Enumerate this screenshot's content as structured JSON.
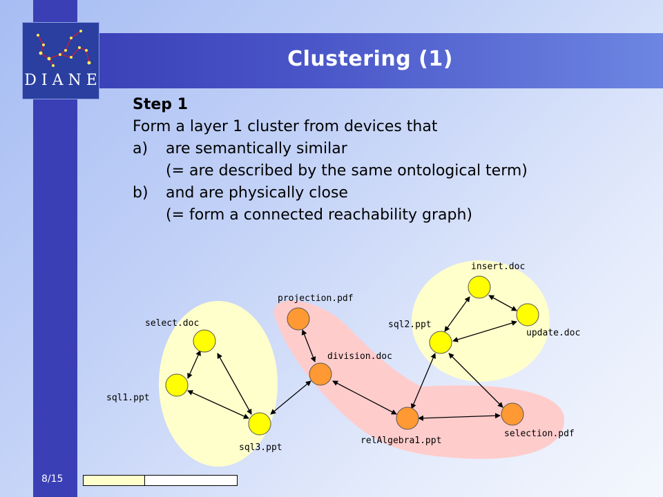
{
  "slide": {
    "title": "Clustering (1)",
    "page_number": "8/15",
    "progress_fraction": 0.4
  },
  "logo": {
    "text": "D I A N E"
  },
  "content": {
    "step_heading": "Step 1",
    "intro": "Form a layer 1 cluster from devices that",
    "items": [
      {
        "label": "a)",
        "text": "are semantically similar",
        "sub": "(= are described by the same ontological term)"
      },
      {
        "label": "b)",
        "text": "and are physically close",
        "sub": "(= form a connected reachability graph)"
      }
    ]
  },
  "diagram": {
    "colors": {
      "yellow_node": "#ffff00",
      "orange_node": "#ff9933",
      "yellow_cluster": "#ffffcc",
      "pink_cluster": "#ffcccc"
    },
    "nodes": {
      "select": "select.doc",
      "sql1": "sql1.ppt",
      "sql3": "sql3.ppt",
      "projection": "projection.pdf",
      "division": "division.doc",
      "relalgebra": "relAlgebra1.ppt",
      "selection": "selection.pdf",
      "sql2": "sql2.ppt",
      "insert": "insert.doc",
      "update": "update.doc"
    }
  }
}
